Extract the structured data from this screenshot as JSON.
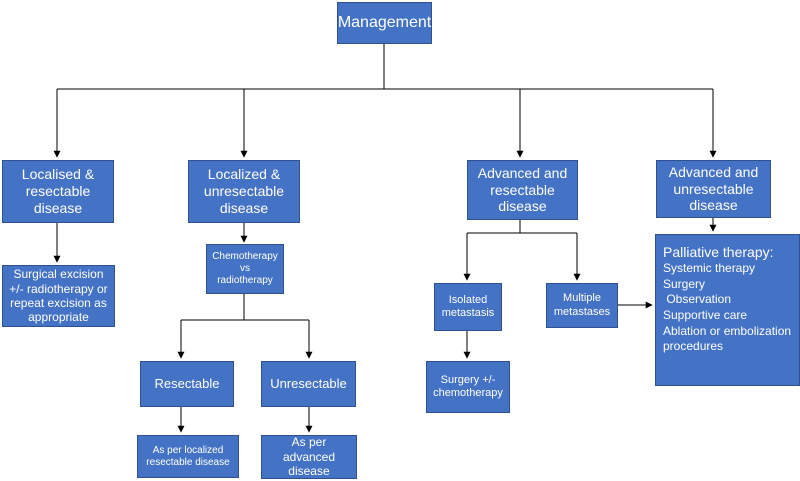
{
  "colors": {
    "box_fill": "#4472c4",
    "box_border": "#2f528f",
    "text": "#ffffff",
    "connector": "#000000"
  },
  "nodes": {
    "management": "Management",
    "localised_resectable": "Localised &\nresectable\ndisease",
    "localized_unresectable": "Localized &\nunresectable\ndisease",
    "advanced_resectable": "Advanced and\nresectable\ndisease",
    "advanced_unresectable": "Advanced and\nunresectable\ndisease",
    "surgical_excision": "Surgical excision\n+/- radiotherapy or\nrepeat excision as\nappropriate",
    "chemo_vs_radio": "Chemotherapy\nvs\nradiotherapy",
    "resectable": "Resectable",
    "unresectable": "Unresectable",
    "as_per_localized": "As per localized\nresectable disease",
    "as_per_advanced": "As per\nadvanced\ndisease",
    "isolated_metastasis": "Isolated\nmetastasis",
    "multiple_metastases": "Multiple\nmetastases",
    "surgery_chemo": "Surgery +/-\nchemotherapy",
    "palliative_title": "Palliative therapy:",
    "palliative_items": [
      "Systemic therapy",
      "Surgery",
      " Observation",
      "Supportive care",
      "Ablation or embolization\nprocedures"
    ]
  }
}
